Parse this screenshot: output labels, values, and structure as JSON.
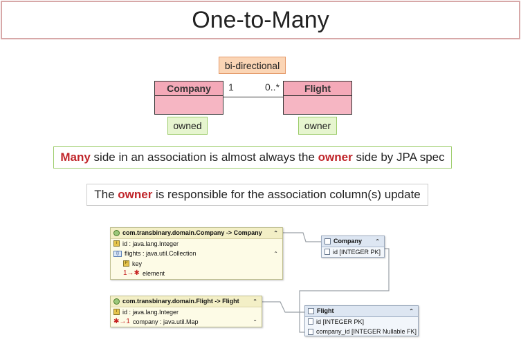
{
  "title": "One-to-Many",
  "uml": {
    "relationship_label": "bi-directional",
    "left_class": "Company",
    "right_class": "Flight",
    "left_multiplicity": "1",
    "right_multiplicity": "0..*",
    "left_role": "owned",
    "right_role": "owner"
  },
  "statement1": {
    "part1": "Many",
    "part2": " side in an association is almost always the ",
    "part3": "owner",
    "part4": " side by JPA spec"
  },
  "statement2": {
    "part1": "The ",
    "part2": "owner",
    "part3": " is responsible for the association column(s) update"
  },
  "company_mapping": {
    "header": "com.transbinary.domain.Company -> Company",
    "rows": [
      "id : java.lang.Integer",
      "flights : java.util.Collection",
      "key",
      "element"
    ]
  },
  "flight_mapping": {
    "header": "com.transbinary.domain.Flight -> Flight",
    "rows": [
      "id : java.lang.Integer",
      "company : java.util.Map"
    ]
  },
  "company_table": {
    "header": "Company",
    "rows": [
      "id [INTEGER PK]"
    ]
  },
  "flight_table": {
    "header": "Flight",
    "rows": [
      "id [INTEGER PK]",
      "company_id [INTEGER Nullable FK]"
    ]
  },
  "colors": {
    "highlight": "#c0252a",
    "class_fill": "#f6b6c3",
    "note_fill": "#fbd5b5",
    "role_fill": "#e6f5cf"
  }
}
